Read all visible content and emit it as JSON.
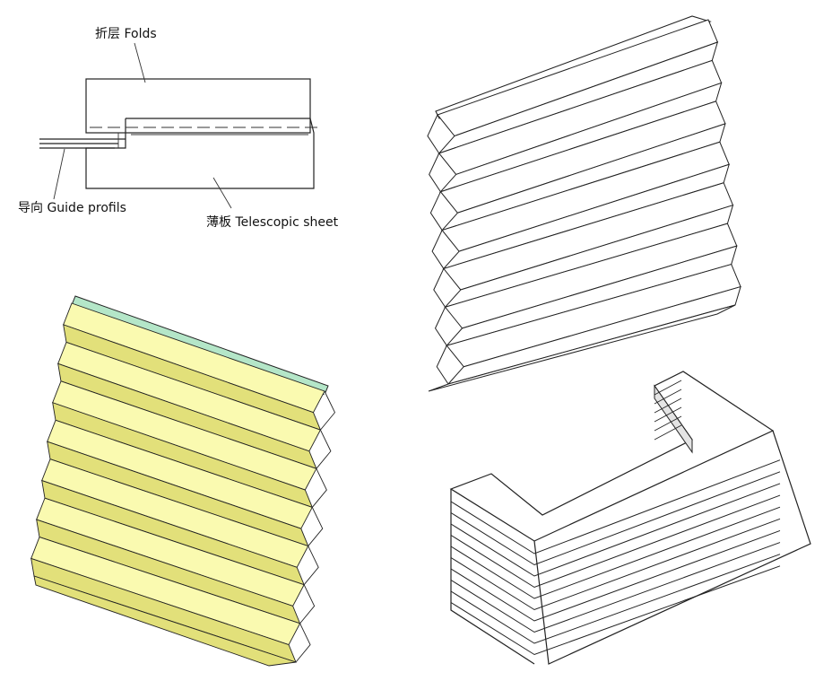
{
  "schematic": {
    "label_folds": "折层 Folds",
    "label_guide": "导向 Guide profils",
    "label_sheet": "薄板 Telescopic sheet"
  },
  "colors": {
    "face_yellow": "#fafab0",
    "shadow_yellow": "#e2e07a",
    "top_green": "#b4e6c8",
    "line": "#222222",
    "face_white": "#ffffff",
    "shadow_grey": "#e4e4e4"
  },
  "figures": {
    "yellow_bellows_folds": 7,
    "wire_bellows_folds": 7,
    "u_bellows_layers": 10
  }
}
